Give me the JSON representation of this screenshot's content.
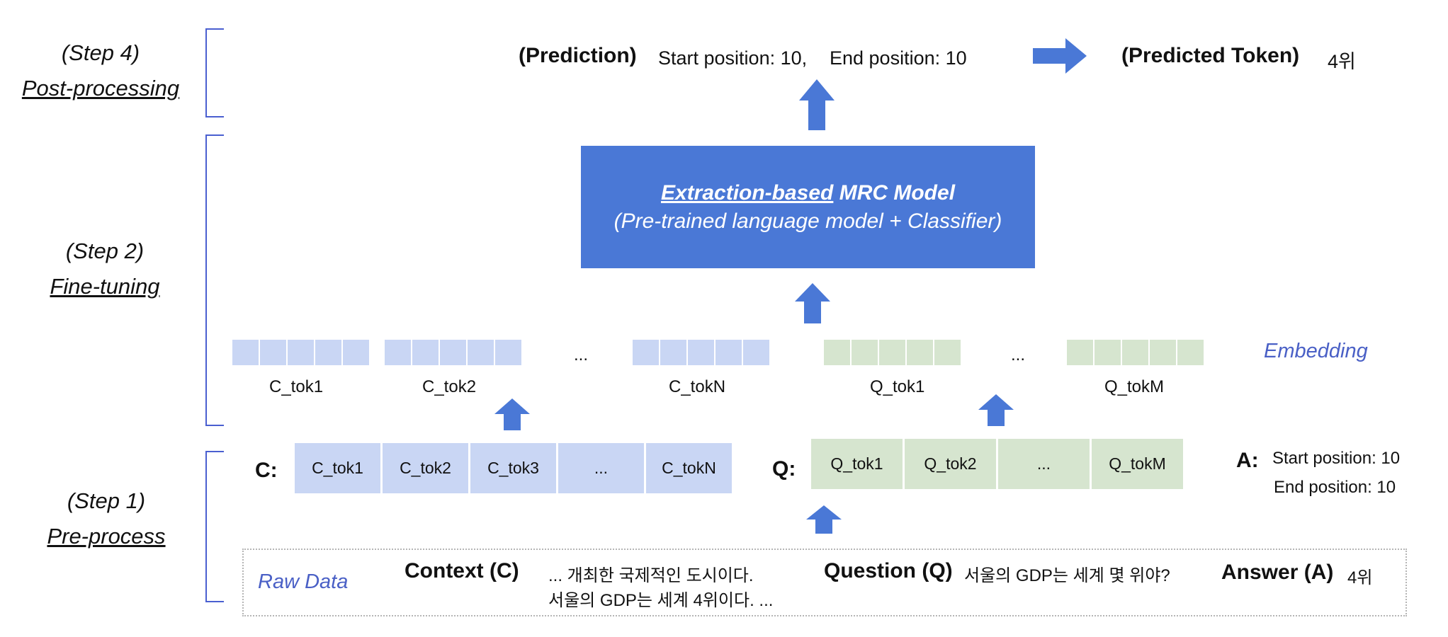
{
  "steps": {
    "step4": {
      "label": "(Step 4)",
      "name": "Post-processing"
    },
    "step2": {
      "label": "(Step 2)",
      "name": "Fine-tuning"
    },
    "step1": {
      "label": "(Step 1)",
      "name": "Pre-process"
    }
  },
  "prediction": {
    "label": "(Prediction)",
    "start_text": "Start position: 10,",
    "end_text": "End position: 10",
    "predicted_label": "(Predicted Token)",
    "predicted_value": "4위"
  },
  "model": {
    "title_underlined": "Extraction-based",
    "title_rest": " MRC Model",
    "subtitle": "(Pre-trained language model + Classifier)"
  },
  "embedding": {
    "label": "Embedding",
    "ellipsis1": "...",
    "ellipsis2": "...",
    "tokens": [
      "C_tok1",
      "C_tok2",
      "C_tokN",
      "Q_tok1",
      "Q_tokM"
    ]
  },
  "preprocess": {
    "c_label": "C:",
    "c_tokens": [
      "C_tok1",
      "C_tok2",
      "C_tok3",
      "...",
      "C_tokN"
    ],
    "q_label": "Q:",
    "q_tokens": [
      "Q_tok1",
      "Q_tok2",
      "...",
      "Q_tokM"
    ],
    "a_label": "A:",
    "a_start": "Start position: 10",
    "a_end": "End position: 10"
  },
  "raw": {
    "label": "Raw Data",
    "context_label": "Context (C)",
    "context_line1": "... 개최한 국제적인 도시이다.",
    "context_line2": "서울의 GDP는 세계 4위이다. ...",
    "question_label": "Question (Q)",
    "question_text": "서울의 GDP는 세계 몇 위야?",
    "answer_label": "Answer (A)",
    "answer_text": "4위"
  },
  "colors": {
    "accent": "#4a78d6",
    "context_tile": "#c9d6f4",
    "question_tile": "#d6e5cf",
    "embedding_label": "#4a60c6"
  }
}
